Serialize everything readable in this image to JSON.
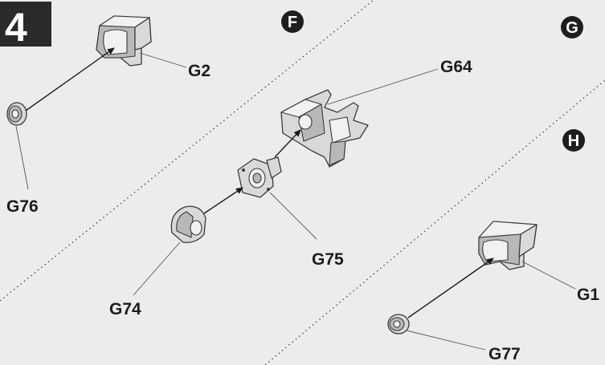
{
  "step": {
    "number": "4"
  },
  "sections": [
    "F",
    "G",
    "H"
  ],
  "parts": {
    "g2": "G2",
    "g76": "G76",
    "g64": "G64",
    "g75": "G75",
    "g74": "G74",
    "g1": "G1",
    "g77": "G77"
  },
  "colors": {
    "background": "#ececec",
    "badge": "#2a2a2a",
    "ink": "#1c1c1c"
  }
}
